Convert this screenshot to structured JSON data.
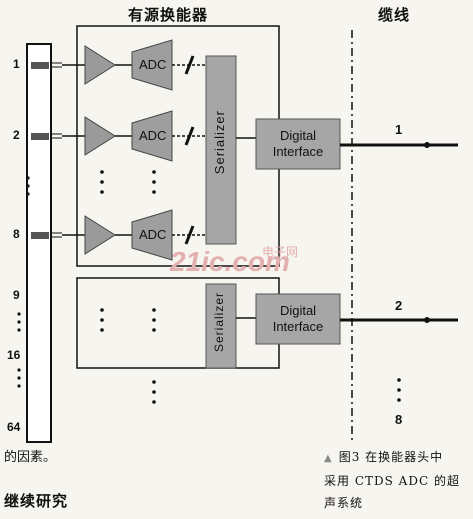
{
  "headers": {
    "active_transducer": "有源换能器",
    "cable": "缆线"
  },
  "element_numbers": [
    "1",
    "2",
    "8",
    "9",
    "16",
    "64"
  ],
  "adc_label": "ADC",
  "serializer_label": "Serializer",
  "digital_interface": {
    "line1": "Digital",
    "line2": "Interface"
  },
  "cable_numbers": [
    "1",
    "2",
    "8"
  ],
  "watermark": {
    "text": "21ic.com",
    "sub": "电子网"
  },
  "body_text": "的因素。",
  "section_heading": "继续研究",
  "caption": {
    "marker": "▲",
    "line1": "图3  在换能器头中",
    "line2": "采用 CTDS ADC 的超",
    "line3": "声系统"
  }
}
